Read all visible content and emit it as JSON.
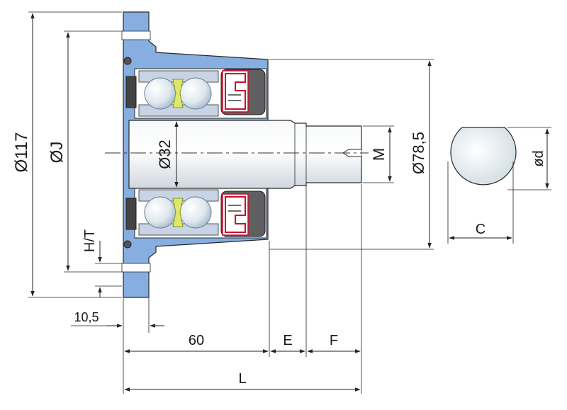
{
  "labels": {
    "d117": "Ø117",
    "dJ": "ØJ",
    "d32": "Ø32",
    "d785": "Ø78,5",
    "m": "M",
    "dd": "ød",
    "c": "C",
    "ht": "H/T",
    "w105": "10,5",
    "w60": "60",
    "e": "E",
    "f": "F",
    "l": "L"
  },
  "colors": {
    "housing": "#86aee0",
    "housing_dark": "#5f8fcc",
    "shaft": "#e8edf2",
    "bearing_ring": "#c9d3e6",
    "ball": "#eef3f7",
    "cage": "#dde86a",
    "seal_red": "#c8102e",
    "seal_gray": "#6e6e6e",
    "sphere": "#e6ecf0"
  }
}
